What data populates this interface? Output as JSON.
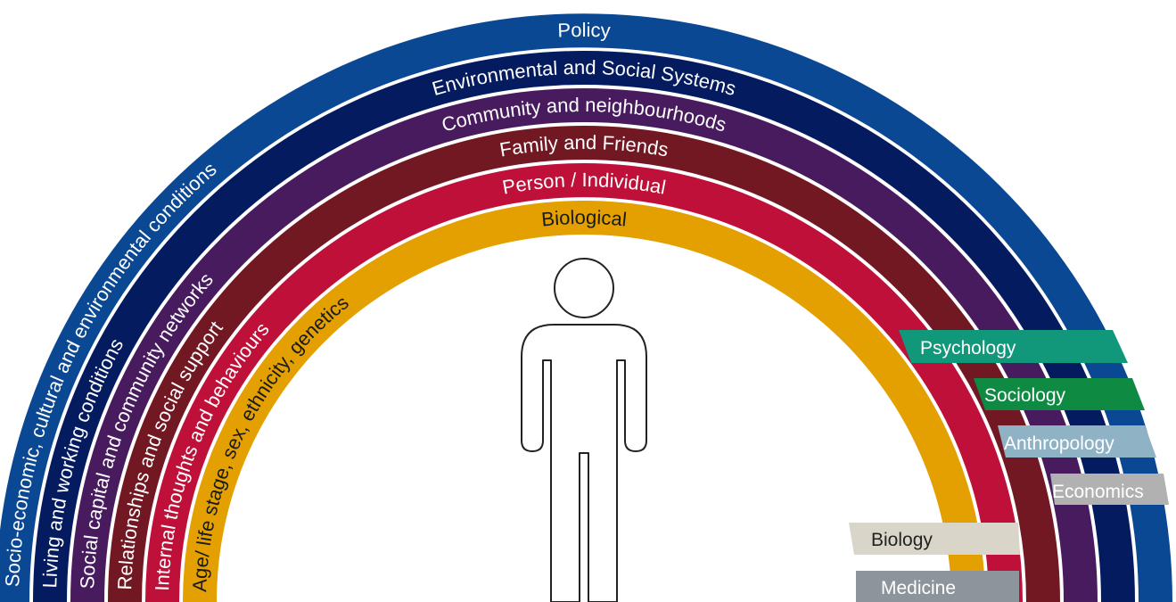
{
  "bands": [
    {
      "id": "policy",
      "top_label": "Policy",
      "side_label": "Socio-economic, cultural and environmental conditions",
      "color": "#0b4894",
      "text_color": "#ffffff"
    },
    {
      "id": "systems",
      "top_label": "Environmental and Social Systems",
      "side_label": "Living and working conditions",
      "color": "#041c5f",
      "text_color": "#ffffff"
    },
    {
      "id": "community",
      "top_label": "Community and neighbourhoods",
      "side_label": "Social capital and community networks",
      "color": "#481b5f",
      "text_color": "#ffffff"
    },
    {
      "id": "family",
      "top_label": "Family and Friends",
      "side_label": "Relationships and social support",
      "color": "#711823",
      "text_color": "#ffffff"
    },
    {
      "id": "person",
      "top_label": "Person / Individual",
      "side_label": "Internal thoughts and behaviours",
      "color": "#be1038",
      "text_color": "#ffffff"
    },
    {
      "id": "biological",
      "top_label": "Biological",
      "side_label": "Age/ life stage, sex, ethnicity, genetics",
      "color": "#e3a000",
      "text_color": "#1a1a1a"
    }
  ],
  "disciplines": [
    {
      "id": "psychology",
      "label": "Psychology",
      "color": "#11977a",
      "text_color": "#ffffff"
    },
    {
      "id": "sociology",
      "label": "Sociology",
      "color": "#0f8a43",
      "text_color": "#ffffff"
    },
    {
      "id": "anthropology",
      "label": "Anthropology",
      "color": "#8fb3c5",
      "text_color": "#ffffff"
    },
    {
      "id": "economics",
      "label": "Economics",
      "color": "#b1b1b1",
      "text_color": "#ffffff"
    },
    {
      "id": "biology",
      "label": "Biology",
      "color": "#d9d6c9",
      "text_color": "#222222"
    },
    {
      "id": "medicine",
      "label": "Medicine",
      "color": "#8c959c",
      "text_color": "#ffffff"
    }
  ],
  "figure_icon": "person-outline-icon"
}
